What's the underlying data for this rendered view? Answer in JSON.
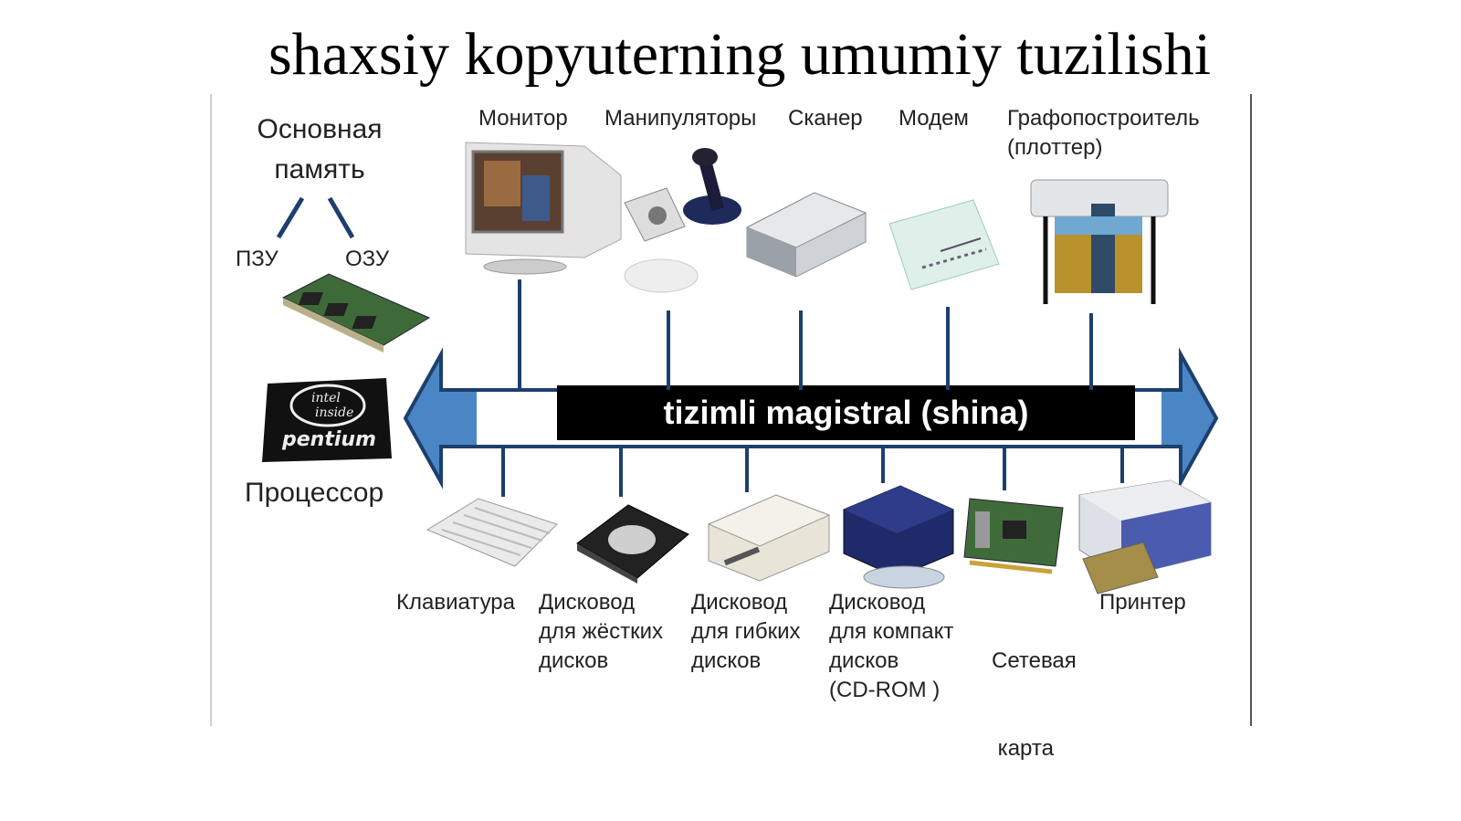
{
  "title": "shaxsiy kopyuterning umumiy tuzilishi",
  "bus_label": "tizimli magistral (shina)",
  "memory": {
    "label_line1": "Основная",
    "label_line2": "память",
    "rom": "ПЗУ",
    "ram": "ОЗУ"
  },
  "processor": {
    "label": "Процессор",
    "chip_line1": "intel",
    "chip_line2": "inside",
    "chip_brand": "pentium"
  },
  "top_devices": [
    {
      "label": "Монитор",
      "icon": "monitor-icon"
    },
    {
      "label": "Манипуляторы",
      "icon": "joystick-mouse-icon"
    },
    {
      "label": "Сканер",
      "icon": "scanner-icon"
    },
    {
      "label": "Модем",
      "icon": "modem-icon"
    },
    {
      "label_line1": "Графопостроитель",
      "label_line2": "(плоттер)",
      "icon": "plotter-icon"
    }
  ],
  "bottom_devices": [
    {
      "lines": [
        "Клавиатура"
      ],
      "icon": "keyboard-icon"
    },
    {
      "lines": [
        "Дисковод",
        "для жёстких",
        "дисков"
      ],
      "icon": "hard-drive-icon"
    },
    {
      "lines": [
        "Дисковод",
        "для гибких",
        "дисков"
      ],
      "icon": "floppy-drive-icon"
    },
    {
      "lines": [
        "Дисковод",
        "для компакт",
        "дисков",
        "(CD-ROM )"
      ],
      "icon": "cdrom-drive-icon"
    },
    {
      "lines": [
        "Сетевая",
        " карта"
      ],
      "icon": "network-card-icon"
    },
    {
      "lines": [
        "Принтер"
      ],
      "icon": "printer-icon"
    }
  ],
  "colors": {
    "bus_blue": "#4a86c5",
    "bus_outline": "#1d3f6e",
    "label_background": "#000000",
    "label_text": "#ffffff"
  }
}
